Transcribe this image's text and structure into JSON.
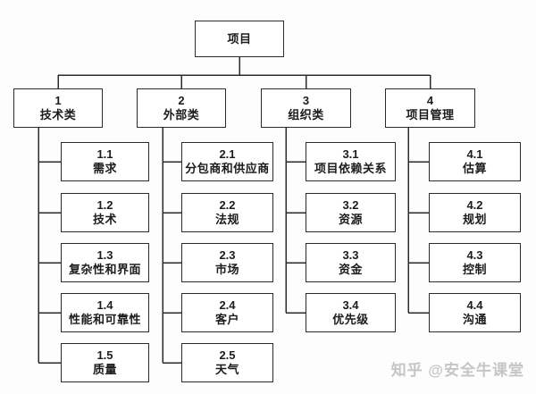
{
  "diagram": {
    "root": {
      "label": "项目"
    },
    "branches": [
      {
        "id": "1",
        "label": "技术类",
        "children": [
          {
            "id": "1.1",
            "label": "需求"
          },
          {
            "id": "1.2",
            "label": "技术"
          },
          {
            "id": "1.3",
            "label": "复杂性和界面"
          },
          {
            "id": "1.4",
            "label": "性能和可靠性"
          },
          {
            "id": "1.5",
            "label": "质量"
          }
        ]
      },
      {
        "id": "2",
        "label": "外部类",
        "children": [
          {
            "id": "2.1",
            "label": "分包商和供应商"
          },
          {
            "id": "2.2",
            "label": "法规"
          },
          {
            "id": "2.3",
            "label": "市场"
          },
          {
            "id": "2.4",
            "label": "客户"
          },
          {
            "id": "2.5",
            "label": "天气"
          }
        ]
      },
      {
        "id": "3",
        "label": "组织类",
        "children": [
          {
            "id": "3.1",
            "label": "项目依赖关系"
          },
          {
            "id": "3.2",
            "label": "资源"
          },
          {
            "id": "3.3",
            "label": "资金"
          },
          {
            "id": "3.4",
            "label": "优先级"
          }
        ]
      },
      {
        "id": "4",
        "label": "项目管理",
        "children": [
          {
            "id": "4.1",
            "label": "估算"
          },
          {
            "id": "4.2",
            "label": "规划"
          },
          {
            "id": "4.3",
            "label": "控制"
          },
          {
            "id": "4.4",
            "label": "沟通"
          }
        ]
      }
    ]
  },
  "watermark": {
    "text": "知乎 @安全牛课堂"
  },
  "colors": {
    "line": "#2b2b2b",
    "box_border": "#2b2b2b",
    "box_bg": "#ffffff",
    "text": "#1c1c1c",
    "watermark": "#c5c5c5",
    "background": "#fdfdfd"
  }
}
